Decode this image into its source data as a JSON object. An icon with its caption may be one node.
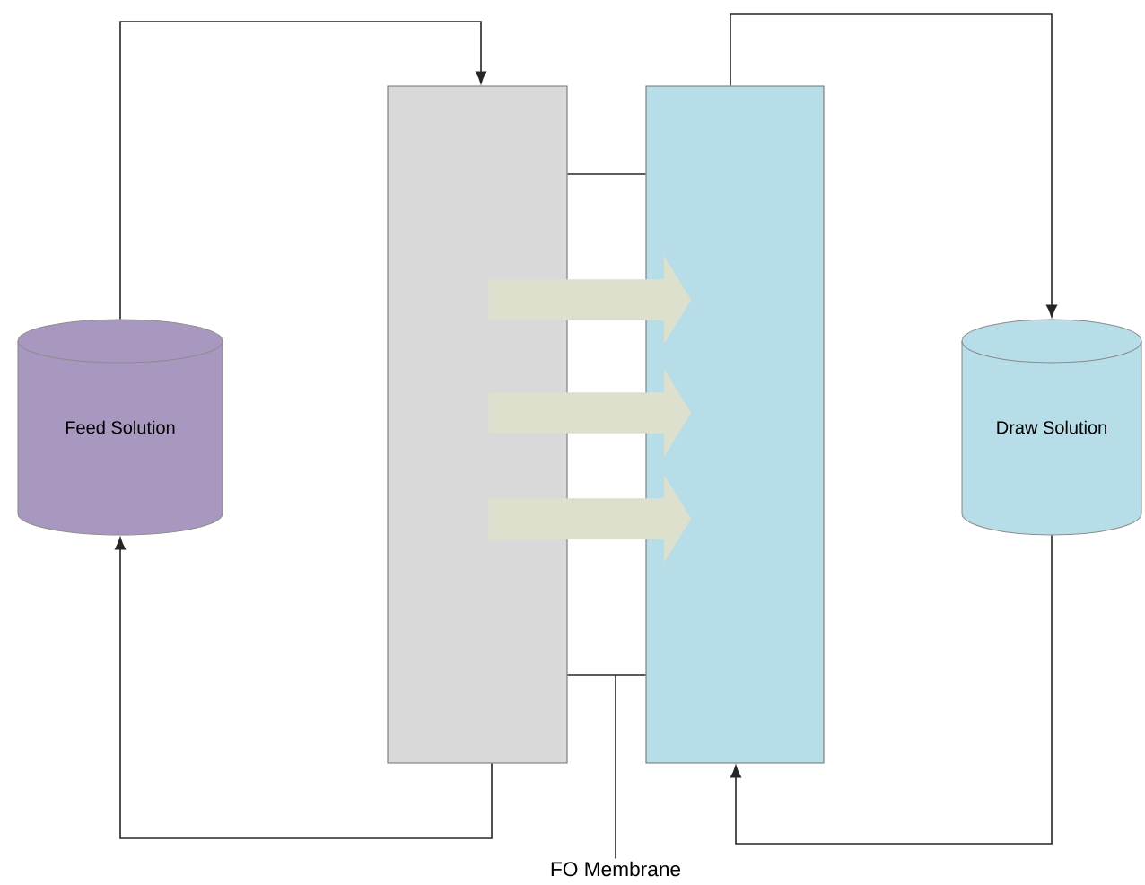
{
  "diagram": {
    "nodes": [
      {
        "text": [
          "Feed Solution"
        ]
      },
      {
        "text": [
          "Draw Solution"
        ]
      },
      {
        "text": [],
        "shape": "box"
      },
      {
        "text": [],
        "shape": "box"
      },
      {
        "text": [
          "FO Membrane"
        ]
      }
    ],
    "edges": [
      {
        "from": 0,
        "to": 2,
        "arrow": "to"
      },
      {
        "from": 2,
        "to": 0,
        "arrow": "to"
      },
      {
        "from": 3,
        "to": 1,
        "arrow": "to"
      },
      {
        "from": 1,
        "to": 3,
        "arrow": "to"
      },
      {
        "from": 2,
        "to": 3,
        "arrow": "to",
        "style": "thick",
        "color": "#dde0cc"
      },
      {
        "from": 2,
        "to": 3,
        "arrow": "to",
        "style": "thick",
        "color": "#dde0cc"
      },
      {
        "from": 2,
        "to": 3,
        "arrow": "to",
        "style": "thick",
        "color": "#dde0cc"
      },
      {
        "from": 4,
        "to": null,
        "arrow": "none"
      },
      {
        "from": 2,
        "to": 3,
        "arrow": "none"
      },
      {
        "from": 2,
        "to": 3,
        "arrow": "none"
      }
    ]
  }
}
